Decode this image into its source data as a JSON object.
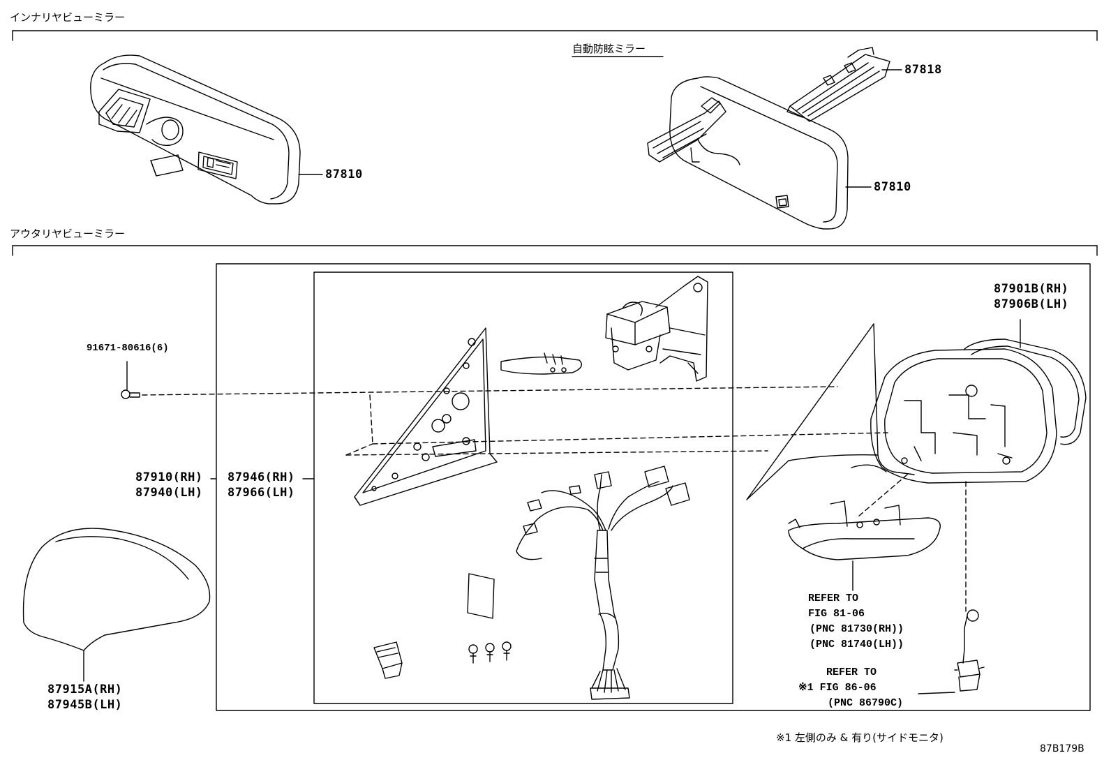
{
  "sections": {
    "inner": "インナリヤビューミラー",
    "outer": "アウタリヤビューミラー",
    "auto_dimming": "自動防眩ミラー"
  },
  "labels": {
    "p87810_a": "87810",
    "p87810_b": "87810",
    "p87818": "87818",
    "p87901b": "87901B(RH)",
    "p87906b": "87906B(LH)",
    "screw": "91671-80616(6)",
    "p87910": "87910(RH)",
    "p87940": "87940(LH)",
    "p87946": "87946(RH)",
    "p87966": "87966(LH)",
    "p87915a": "87915A(RH)",
    "p87945b": "87945B(LH)"
  },
  "refs": {
    "ref1_line1": "REFER TO",
    "ref1_line2": "FIG 81-06",
    "ref1_line3": "(PNC 81730(RH))",
    "ref1_line4": "(PNC 81740(LH))",
    "ref2_line1": "REFER TO",
    "ref2_line2": "※1 FIG 86-06",
    "ref2_line3": "(PNC 86790C)"
  },
  "footer": {
    "note": "※1 左側のみ & 有り(サイドモニタ)",
    "code": "87B179B"
  }
}
